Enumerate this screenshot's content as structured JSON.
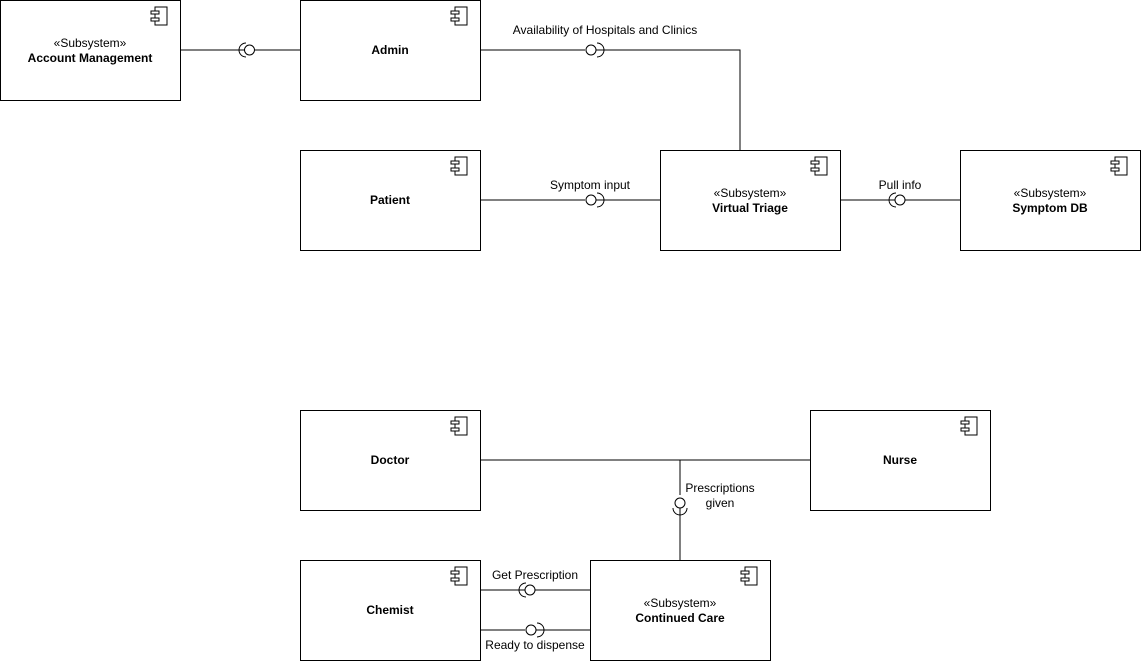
{
  "components": {
    "account_management": {
      "stereotype": "«Subsystem»",
      "name": "Account Management",
      "icon": "component-icon"
    },
    "admin": {
      "stereotype": "",
      "name": "Admin",
      "icon": "component-icon"
    },
    "patient": {
      "stereotype": "",
      "name": "Patient",
      "icon": "component-icon"
    },
    "virtual_triage": {
      "stereotype": "«Subsystem»",
      "name": "Virtual Triage",
      "icon": "component-icon"
    },
    "symptom_db": {
      "stereotype": "«Subsystem»",
      "name": "Symptom DB",
      "icon": "component-icon"
    },
    "doctor": {
      "stereotype": "",
      "name": "Doctor",
      "icon": "component-icon"
    },
    "nurse": {
      "stereotype": "",
      "name": "Nurse",
      "icon": "component-icon"
    },
    "chemist": {
      "stereotype": "",
      "name": "Chemist",
      "icon": "component-icon"
    },
    "continued_care": {
      "stereotype": "«Subsystem»",
      "name": "Continued Care",
      "icon": "component-icon"
    }
  },
  "interfaces": {
    "availability": "Availability of Hospitals and Clinics",
    "symptom_input": "Symptom input",
    "pull_info": "Pull info",
    "prescriptions_line1": "Prescriptions",
    "prescriptions_line2": "given",
    "get_prescription": "Get Prescription",
    "ready_to_dispense": "Ready to dispense"
  }
}
